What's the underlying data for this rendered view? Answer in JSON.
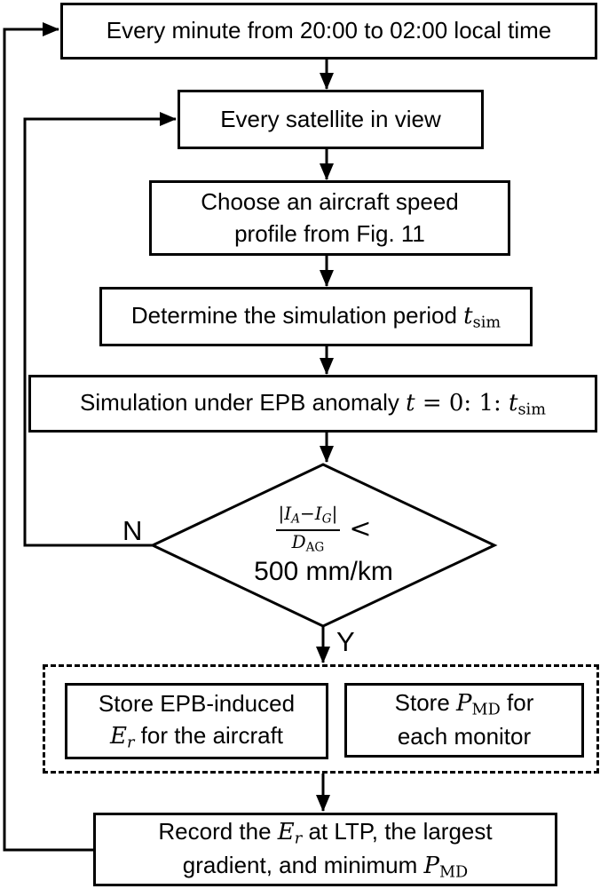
{
  "figure": {
    "background": "#ffffff",
    "line_color": "#000000"
  },
  "nodes": {
    "n1": {
      "label": "Every minute from 20:00 to 02:00 local time"
    },
    "n2": {
      "label": "Every satellite in view"
    },
    "n3": {
      "line1": "Choose an aircraft speed",
      "line2": "profile from Fig. 11"
    },
    "n4": {
      "prefix": "Determine the simulation period ",
      "var": "t",
      "sub": "sim"
    },
    "n5": {
      "prefix": "Simulation under EPB anomaly ",
      "var1": "t",
      "mid": " = 0: 1: ",
      "var2": "t",
      "sub": "sim"
    },
    "decision": {
      "num_open": "|",
      "num_var1": "I",
      "num_sub1": "A",
      "num_minus": "−",
      "num_var2": "I",
      "num_sub2": "G",
      "num_close": "|",
      "den_var": "D",
      "den_sub": "AG",
      "operator": "<",
      "threshold": "500 mm/km",
      "no_label": "N",
      "yes_label": "Y"
    },
    "store_er": {
      "line1": "Store EPB-induced",
      "var": "E",
      "sub": "r",
      "rest": " for the aircraft"
    },
    "store_pmd": {
      "pre": "Store ",
      "var": "P",
      "sub": "MD",
      "post": " for",
      "line2": "each monitor"
    },
    "record": {
      "pre": "Record the ",
      "var1": "E",
      "sub1": "r",
      "mid": " at LTP, the largest",
      "line2pre": "gradient, and minimum ",
      "var2": "P",
      "sub2": "MD"
    }
  }
}
